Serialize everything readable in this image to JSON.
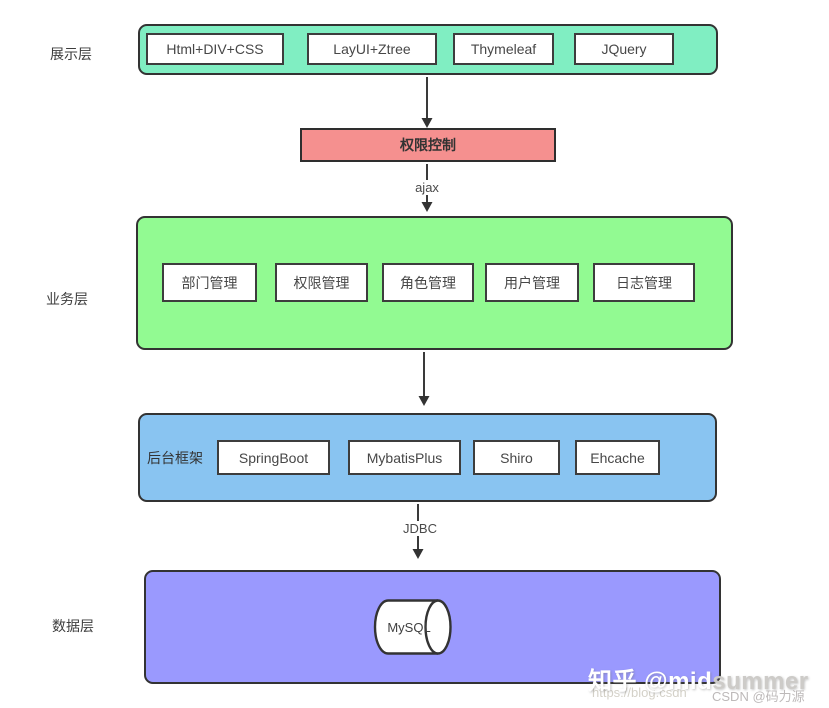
{
  "layers": {
    "presentation": {
      "side_label": "展示层",
      "fill": "#80eec2",
      "items": [
        "Html+DIV+CSS",
        "LayUI+Ztree",
        "Thymeleaf",
        "JQuery"
      ]
    },
    "permission": {
      "label": "权限控制",
      "fill": "#f5908f"
    },
    "business": {
      "side_label": "业务层",
      "fill": "#92fa92",
      "items": [
        "部门管理",
        "权限管理",
        "角色管理",
        "用户管理",
        "日志管理"
      ]
    },
    "backend": {
      "inner_label": "后台框架",
      "fill": "#89c4f1",
      "items": [
        "SpringBoot",
        "MybatisPlus",
        "Shiro",
        "Ehcache"
      ]
    },
    "data": {
      "side_label": "数据层",
      "fill": "#9a99fe",
      "database_label": "MySQL"
    }
  },
  "connectors": {
    "ajax_label": "ajax",
    "jdbc_label": "JDBC"
  },
  "watermarks": {
    "zhihu_on_box": "知乎 @mid",
    "zhihu_off_box": "summer",
    "url_text": "https://blog.csdn",
    "csdn_text": "CSDN @码力源"
  }
}
